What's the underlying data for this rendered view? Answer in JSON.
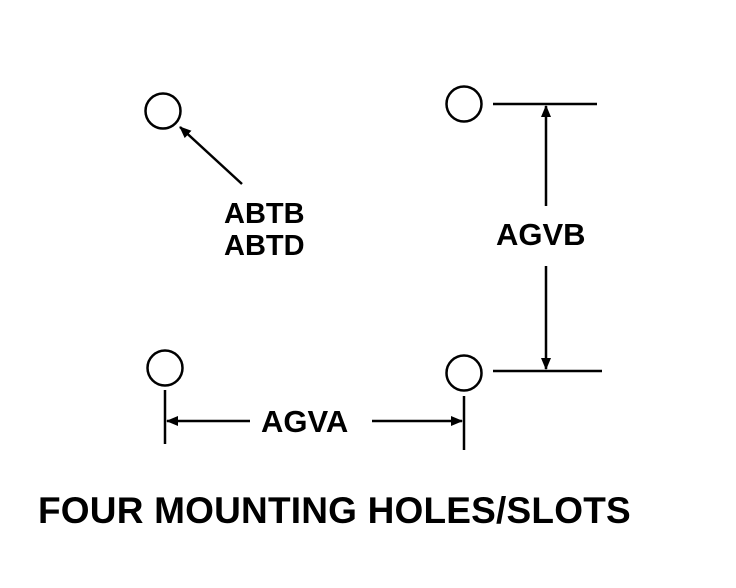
{
  "labels": {
    "callout_line1": "ABTB",
    "callout_line2": "ABTD",
    "vertical_dimension": "AGVB",
    "horizontal_dimension": "AGVA",
    "caption": "FOUR MOUNTING HOLES/SLOTS"
  },
  "holes": [
    {
      "name": "top-left"
    },
    {
      "name": "top-right"
    },
    {
      "name": "bottom-left"
    },
    {
      "name": "bottom-right"
    }
  ],
  "colors": {
    "ink": "#000000",
    "background": "#ffffff"
  }
}
